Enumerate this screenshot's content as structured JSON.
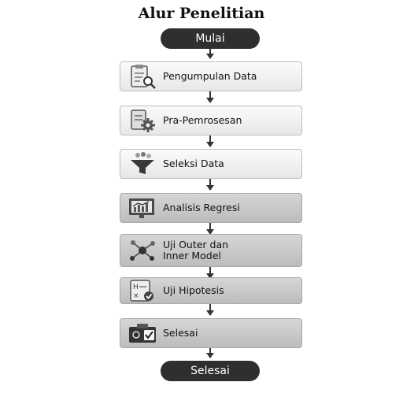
{
  "title": "Alur Penelitian",
  "start": {
    "label": "Mulai"
  },
  "end": {
    "label": "Selesai"
  },
  "steps": [
    {
      "label": "Pengumpulan Data",
      "icon": "clipboard-search-icon"
    },
    {
      "label": "Pra-Pemrosesan",
      "icon": "document-gear-icon"
    },
    {
      "label": "Seleksi Data",
      "icon": "funnel-icon"
    },
    {
      "label": "Analisis Regresi",
      "icon": "chart-monitor-icon"
    },
    {
      "label": "Uji Outer dan\nInner Model",
      "icon": "network-nodes-icon"
    },
    {
      "label": "Uji Hipotesis",
      "icon": "hypothesis-check-icon"
    },
    {
      "label": "Selesai",
      "icon": "checkmark-box-icon"
    }
  ]
}
